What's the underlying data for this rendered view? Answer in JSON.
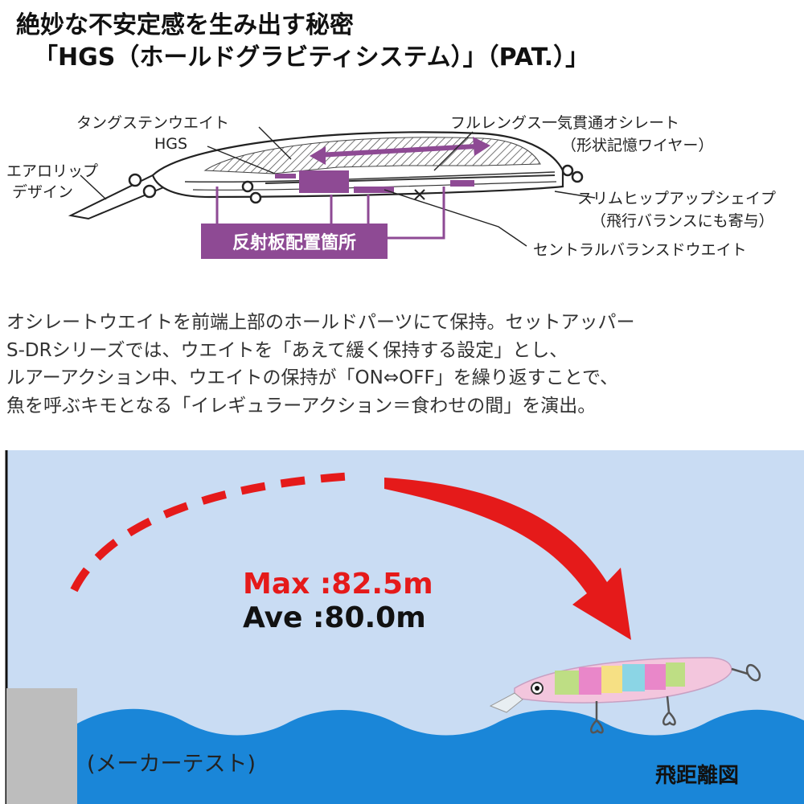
{
  "header": {
    "line1": "絶妙な不安定感を生み出す秘密",
    "line2": "「HGS（ホールドグラビティシステム）」（PAT.）」"
  },
  "diagram": {
    "labels": {
      "tungsten": "タングステンウエイト",
      "hgs": "HGS",
      "aero_lip_1": "エアロリップ",
      "aero_lip_2": "デザイン",
      "wire_1": "フルレングス一気貫通オシレート",
      "wire_2": "（形状記憶ワイヤー）",
      "hip_1": "スリムヒップアップシェイプ",
      "hip_2": "（飛行バランスにも寄与）",
      "central": "セントラルバランスドウエイト",
      "reflect": "反射板配置箇所"
    },
    "colors": {
      "accent": "#8e4a94",
      "arrow": "#e51a1a",
      "water": "#1a86d8",
      "sky": "#c9dcf3"
    }
  },
  "description": {
    "lines": [
      "オシレートウエイトを前端上部のホールドパーツにて保持。セットアッパー",
      "S-DRシリーズでは、ウエイトを「あえて緩く保持する設定」とし、",
      "ルアーアクション中、ウエイトの保持が「ON⇔OFF」を繰り返すことで、",
      "魚を呼ぶキモとなる「イレギュラーアクション＝食わせの間」を演出。"
    ]
  },
  "distance": {
    "max": "Max :82.5m",
    "ave": "Ave :80.0m",
    "note": "(メーカーテスト)",
    "tag": "飛距離図"
  }
}
